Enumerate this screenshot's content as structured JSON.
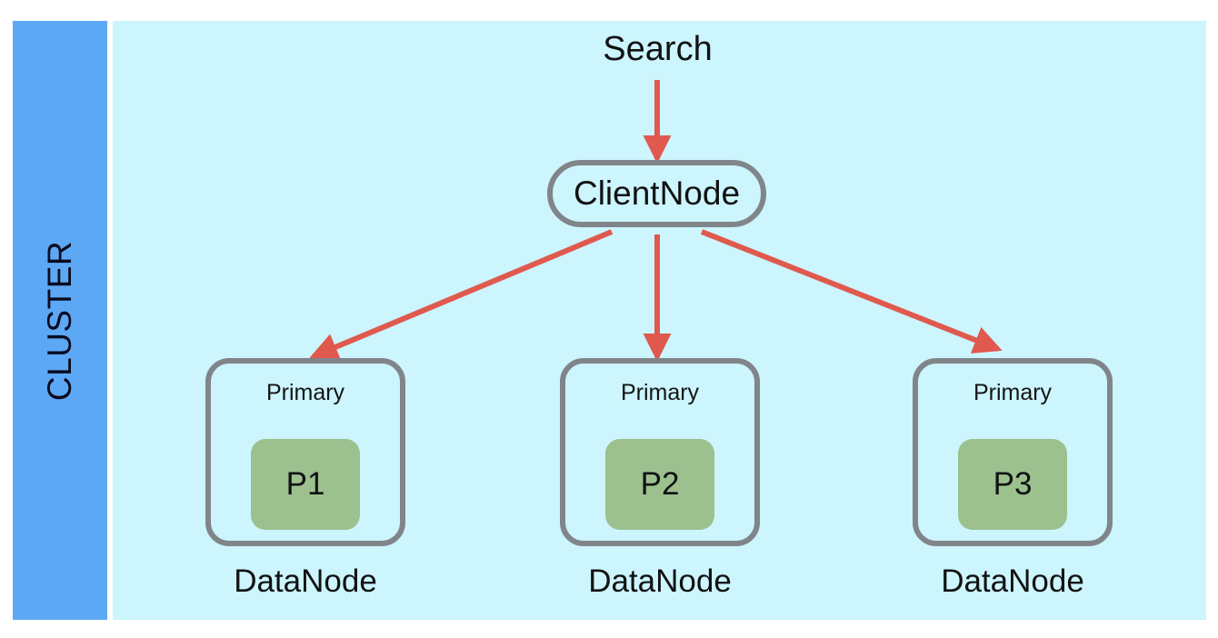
{
  "diagram": {
    "title": "Elasticsearch cluster search routing diagram",
    "colors": {
      "cluster_band": "#5CA8F5",
      "panel_background": "#CCF5FD",
      "node_border": "#80858A",
      "shard_fill": "#9CC18E",
      "arrow": "#E0594E",
      "text": "#121212",
      "cluster_text": "#0B0B20"
    }
  },
  "cluster": {
    "label": "CLUSTER"
  },
  "entry": {
    "search_label": "Search"
  },
  "client_node": {
    "label": "ClientNode"
  },
  "data_nodes": [
    {
      "role_label": "Primary",
      "shard_label": "P1",
      "caption": "DataNode"
    },
    {
      "role_label": "Primary",
      "shard_label": "P2",
      "caption": "DataNode"
    },
    {
      "role_label": "Primary",
      "shard_label": "P3",
      "caption": "DataNode"
    }
  ],
  "arrows": [
    {
      "name": "search-to-clientnode",
      "from": "Search",
      "to": "ClientNode",
      "direction": "down"
    },
    {
      "name": "clientnode-to-datanode-1",
      "from": "ClientNode",
      "to": "DataNode 1",
      "direction": "down-left"
    },
    {
      "name": "clientnode-to-datanode-2",
      "from": "ClientNode",
      "to": "DataNode 2",
      "direction": "down"
    },
    {
      "name": "clientnode-to-datanode-3",
      "from": "ClientNode",
      "to": "DataNode 3",
      "direction": "down-right"
    }
  ]
}
